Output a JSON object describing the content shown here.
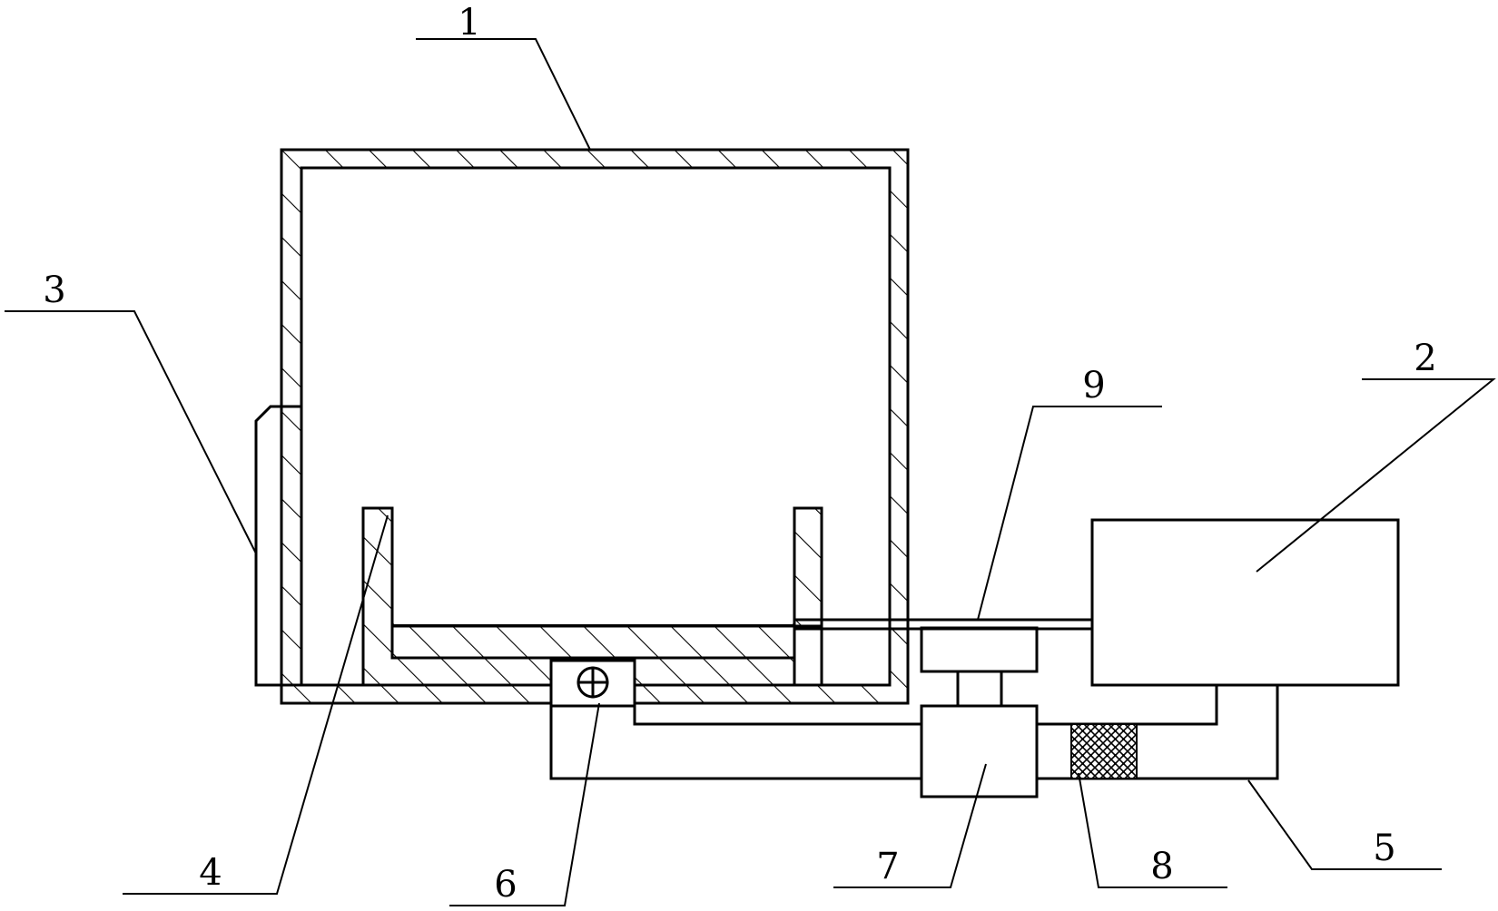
{
  "labels": {
    "tank": "1",
    "device": "2",
    "side_box": "3",
    "baffle": "4",
    "return_pipe": "5",
    "valve": "6",
    "pump": "7",
    "filter": "8",
    "shaft": "9"
  },
  "colors": {
    "line": "#000000",
    "background": "#ffffff"
  }
}
